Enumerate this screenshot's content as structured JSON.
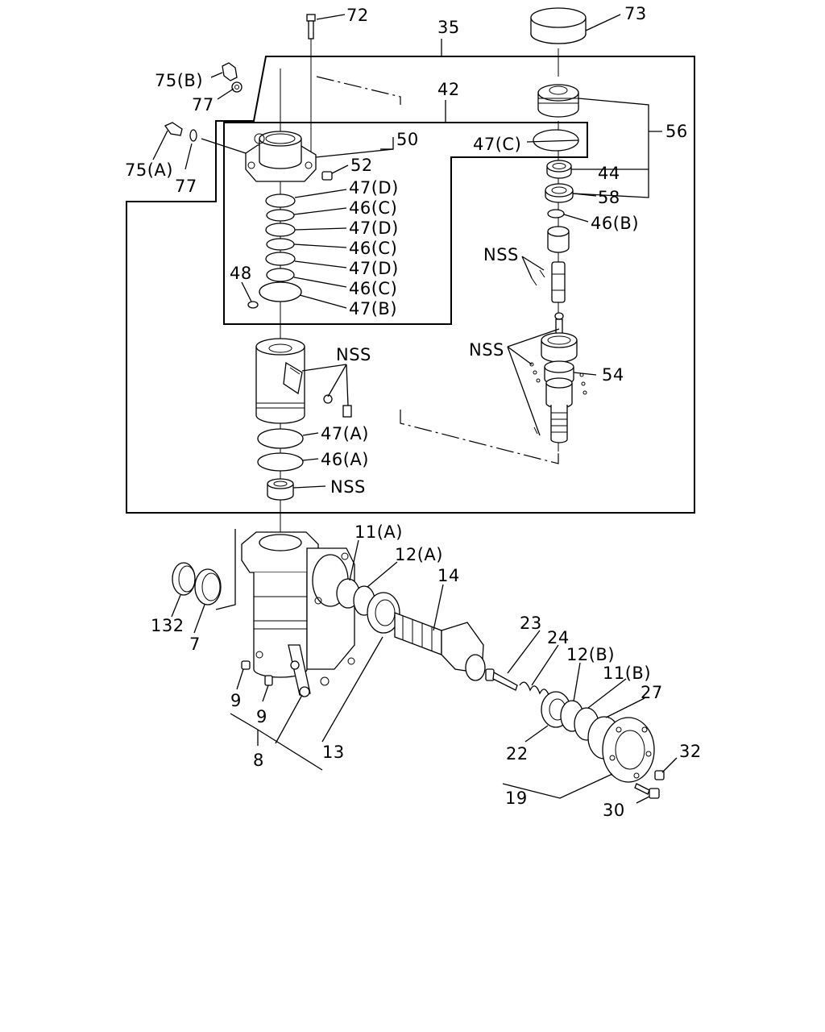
{
  "labels": {
    "l72": "72",
    "l73": "73",
    "l35": "35",
    "l75b": "75(B)",
    "l77a": "77",
    "l42": "42",
    "l56": "56",
    "l50": "50",
    "l47c": "47(C)",
    "l75a": "75(A)",
    "l77b": "77",
    "l52": "52",
    "l44": "44",
    "l47d1": "47(D)",
    "l58": "58",
    "l46c1": "46(C)",
    "l46b": "46(B)",
    "l47d2": "47(D)",
    "l46c2": "46(C)",
    "lnss1": "NSS",
    "l47d3": "47(D)",
    "l48": "48",
    "l46c3": "46(C)",
    "l47b": "47(B)",
    "lnss2": "NSS",
    "lnss3": "NSS",
    "l54": "54",
    "l47a": "47(A)",
    "l46a": "46(A)",
    "lnss4": "NSS",
    "l11a": "11(A)",
    "l12a": "12(A)",
    "l14": "14",
    "l132": "132",
    "l7": "7",
    "l23": "23",
    "l24": "24",
    "l12b": "12(B)",
    "l11b": "11(B)",
    "l27": "27",
    "l9a": "9",
    "l9b": "9",
    "l22": "22",
    "l32": "32",
    "l8": "8",
    "l13": "13",
    "l19": "19",
    "l30": "30"
  }
}
